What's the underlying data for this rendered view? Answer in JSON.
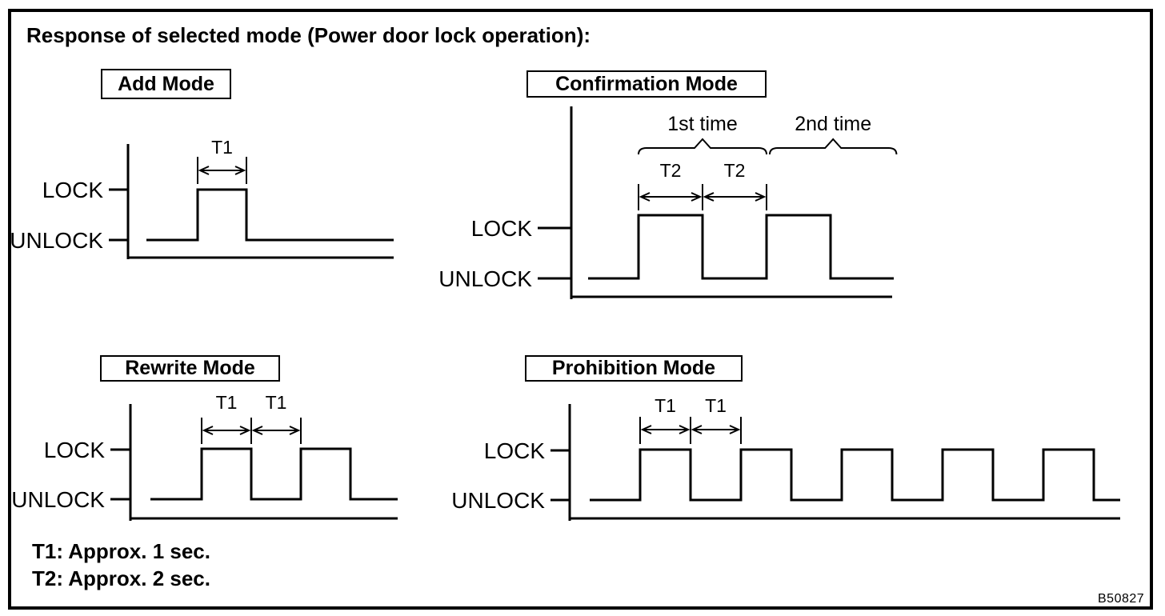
{
  "figure": {
    "title": "Response of selected mode (Power door lock operation):",
    "figure_id": "B50827"
  },
  "notes": {
    "t1": "T1: Approx. 1 sec.",
    "t2": "T2: Approx. 2 sec."
  },
  "timing_constants": {
    "T1": "Approx. 1 sec.",
    "T2": "Approx. 2 sec."
  },
  "signal_levels": {
    "high": "LOCK",
    "low": "UNLOCK"
  },
  "panels": [
    {
      "key": "add-mode",
      "title": "Add Mode",
      "lock_label": "LOCK",
      "unlock_label": "UNLOCK",
      "pulse_segments": [
        {
          "level": "lock",
          "t": 1
        }
      ],
      "dim_markers": [
        {
          "label": "T1",
          "from": 0,
          "to": 1
        }
      ],
      "braces": []
    },
    {
      "key": "confirmation-mode",
      "title": "Confirmation Mode",
      "lock_label": "LOCK",
      "unlock_label": "UNLOCK",
      "pulse_segments": [
        {
          "level": "lock",
          "t": 1
        },
        {
          "level": "unlock",
          "t": 1
        },
        {
          "level": "lock",
          "t": 1
        }
      ],
      "dim_markers": [
        {
          "label": "T2",
          "from": 0,
          "to": 1
        },
        {
          "label": "T2",
          "from": 1,
          "to": 2
        }
      ],
      "braces": [
        {
          "label": "1st time",
          "from": 0,
          "to": 2
        },
        {
          "label": "2nd time",
          "from": 2.05,
          "to": 4.03
        }
      ]
    },
    {
      "key": "rewrite-mode",
      "title": "Rewrite Mode",
      "lock_label": "LOCK",
      "unlock_label": "UNLOCK",
      "pulse_segments": [
        {
          "level": "lock",
          "t": 1
        },
        {
          "level": "unlock",
          "t": 1
        },
        {
          "level": "lock",
          "t": 1
        }
      ],
      "dim_markers": [
        {
          "label": "T1",
          "from": 0,
          "to": 1
        },
        {
          "label": "T1",
          "from": 1,
          "to": 2
        }
      ],
      "braces": []
    },
    {
      "key": "prohibition-mode",
      "title": "Prohibition Mode",
      "lock_label": "LOCK",
      "unlock_label": "UNLOCK",
      "pulse_segments": [
        {
          "level": "lock",
          "t": 1
        },
        {
          "level": "unlock",
          "t": 1
        },
        {
          "level": "lock",
          "t": 1
        },
        {
          "level": "unlock",
          "t": 1
        },
        {
          "level": "lock",
          "t": 1
        },
        {
          "level": "unlock",
          "t": 1
        },
        {
          "level": "lock",
          "t": 1
        },
        {
          "level": "unlock",
          "t": 1
        },
        {
          "level": "lock",
          "t": 1
        }
      ],
      "dim_markers": [
        {
          "label": "T1",
          "from": 0,
          "to": 1
        },
        {
          "label": "T1",
          "from": 1,
          "to": 2
        }
      ],
      "braces": []
    }
  ],
  "colors": {
    "ink": "#000000",
    "paper": "#ffffff"
  }
}
